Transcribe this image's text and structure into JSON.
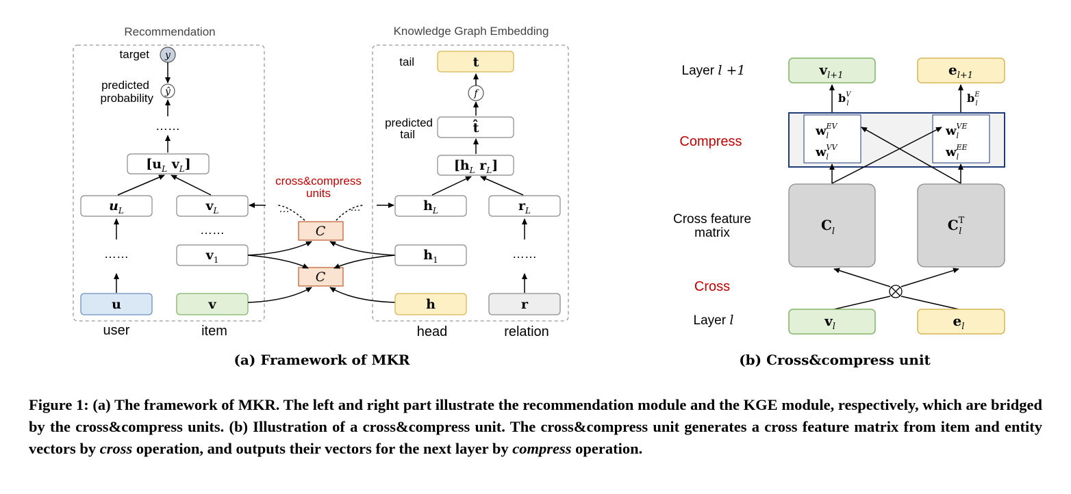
{
  "colors": {
    "user_fill": "#dae8f6",
    "user_stroke": "#6c8ebf",
    "item_fill": "#e3f0d8",
    "item_stroke": "#82b366",
    "head_fill": "#fdf0c4",
    "head_stroke": "#d6b656",
    "relation_fill": "#eeeeee",
    "relation_stroke": "#8a8a8a",
    "unit_fill": "#fbe3d1",
    "unit_stroke": "#c1643a",
    "accent_red": "#c00000",
    "compress_stroke": "#1f3a78",
    "matrix_fill": "#d6d6d6"
  },
  "panel_a": {
    "rec_title": "Recommendation",
    "kge_title": "Knowledge Graph Embedding",
    "target_label": "target",
    "y_symbol": "y",
    "yhat_symbol": "ŷ",
    "pred_prob_l1": "predicted",
    "pred_prob_l2": "probability",
    "dots": "……",
    "concat_uv": "[u",
    "concat_uv_sub1": "L",
    "concat_uv_v": " v",
    "concat_uv_sub2": "L",
    "concat_uv_end": "]",
    "uL": "u",
    "uL_sub": "L",
    "vL": "v",
    "vL_sub": "L",
    "v1": "v",
    "v1_sub": "1",
    "u": "u",
    "v": "v",
    "user": "user",
    "item": "item",
    "cross_label_l1": "cross&compress",
    "cross_label_l2": "units",
    "c_symbol": "C",
    "ellipsis": "…",
    "tail_label": "tail",
    "t": "t",
    "f_symbol": "f",
    "pred_tail_l1": "predicted",
    "pred_tail_l2": "tail",
    "t_hat": "t̂",
    "concat_hr": "[h",
    "concat_hr_sub1": "L",
    "concat_hr_r": " r",
    "concat_hr_sub2": "L",
    "concat_hr_end": "]",
    "hL": "h",
    "hL_sub": "L",
    "rL": "r",
    "rL_sub": "L",
    "h1": "h",
    "h1_sub": "1",
    "h": "h",
    "r": "r",
    "head": "head",
    "relation": "relation",
    "caption": "(a) Framework of MKR"
  },
  "panel_b": {
    "layer_next_label": "Layer",
    "layer_next_sym": "l +1",
    "v_next": "v",
    "v_next_sub": "l+1",
    "e_next": "e",
    "e_next_sub": "l+1",
    "bV": "b",
    "bV_sup": "V",
    "bV_sub": "l",
    "bE": "b",
    "bE_sup": "E",
    "bE_sub": "l",
    "compress": "Compress",
    "wEV": "w",
    "wEV_sup": "EV",
    "wVV": "w",
    "wVV_sup": "VV",
    "wVE": "w",
    "wVE_sup": "VE",
    "wEE": "w",
    "wEE_sup": "EE",
    "w_sub": "l",
    "cross_feature_l1": "Cross feature",
    "cross_feature_l2": "matrix",
    "C": "C",
    "C_sub": "l",
    "CT": "C",
    "CT_sup": "T",
    "CT_sub": "l",
    "cross": "Cross",
    "otimes": "⊗",
    "layer_label": "Layer",
    "layer_sym": "l",
    "v_l": "v",
    "v_l_sub": "l",
    "e_l": "e",
    "e_l_sub": "l",
    "caption": "(b) Cross&compress unit"
  },
  "figure_caption": {
    "p1": "Figure 1: (a) The framework of MKR. The left and right part illustrate the recommendation module and the KGE module, respectively, which are bridged by the cross&compress units. (b) Illustration of a cross&compress unit. The cross&compress unit generates a cross feature matrix from item and entity vectors by ",
    "cross_word": "cross",
    "p2": " operation, and outputs their vectors for the next layer by ",
    "compress_word": "compress",
    "p3": " operation."
  }
}
